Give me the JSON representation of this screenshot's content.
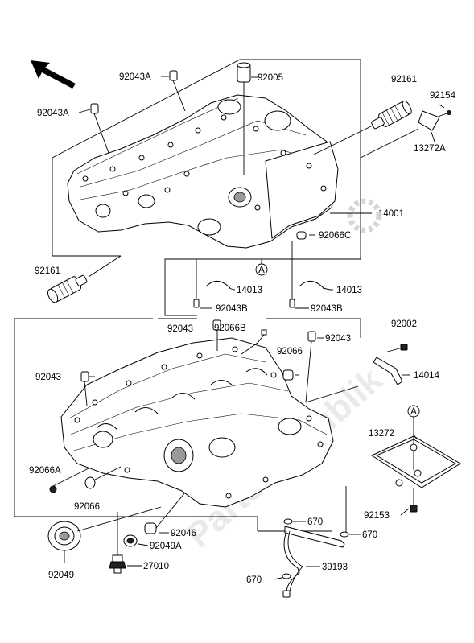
{
  "labels": {
    "92043A_top": "92043A",
    "92005": "92005",
    "92161_top": "92161",
    "92154": "92154",
    "92043A_left": "92043A",
    "13272A": "13272A",
    "14001": "14001",
    "92066C": "92066C",
    "92161_left": "92161",
    "14013_left": "14013",
    "14013_right": "14013",
    "92043B_left": "92043B",
    "92043B_right": "92043B",
    "92043_mid_left": "92043",
    "92066B": "92066B",
    "92043_mid_right": "92043",
    "92002": "92002",
    "92066": "92066",
    "14014": "14014",
    "92043_left": "92043",
    "13272": "13272",
    "92066A": "92066A",
    "92066_bottom": "92066",
    "92153": "92153",
    "670_top": "670",
    "670_right": "670",
    "92046": "92046",
    "92049A": "92049A",
    "92049": "92049",
    "27010": "27010",
    "39193": "39193",
    "670_bottom": "670"
  },
  "markers": {
    "a_upper": "A",
    "a_right": "A"
  },
  "watermark": "Parts Republik",
  "icons": {
    "direction": "arrow-icon"
  }
}
